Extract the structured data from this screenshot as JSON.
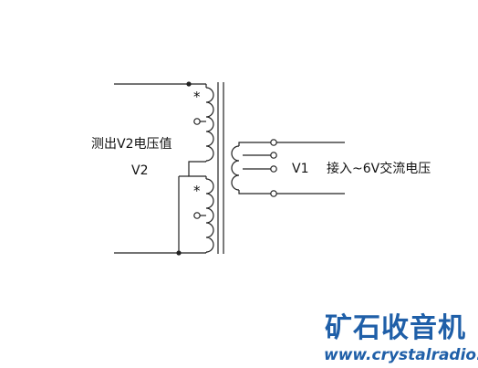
{
  "labels": {
    "measure_v2": "测出V2电压值",
    "v2": "V2",
    "v1": "V1",
    "input_note": "接入~6V交流电压",
    "dot_marker": "*"
  },
  "brand": {
    "name": "矿石收音机",
    "url": "www.crystalradio.cn",
    "color": "#1f5fa8"
  },
  "colors": {
    "line": "#222222",
    "text": "#111111"
  }
}
